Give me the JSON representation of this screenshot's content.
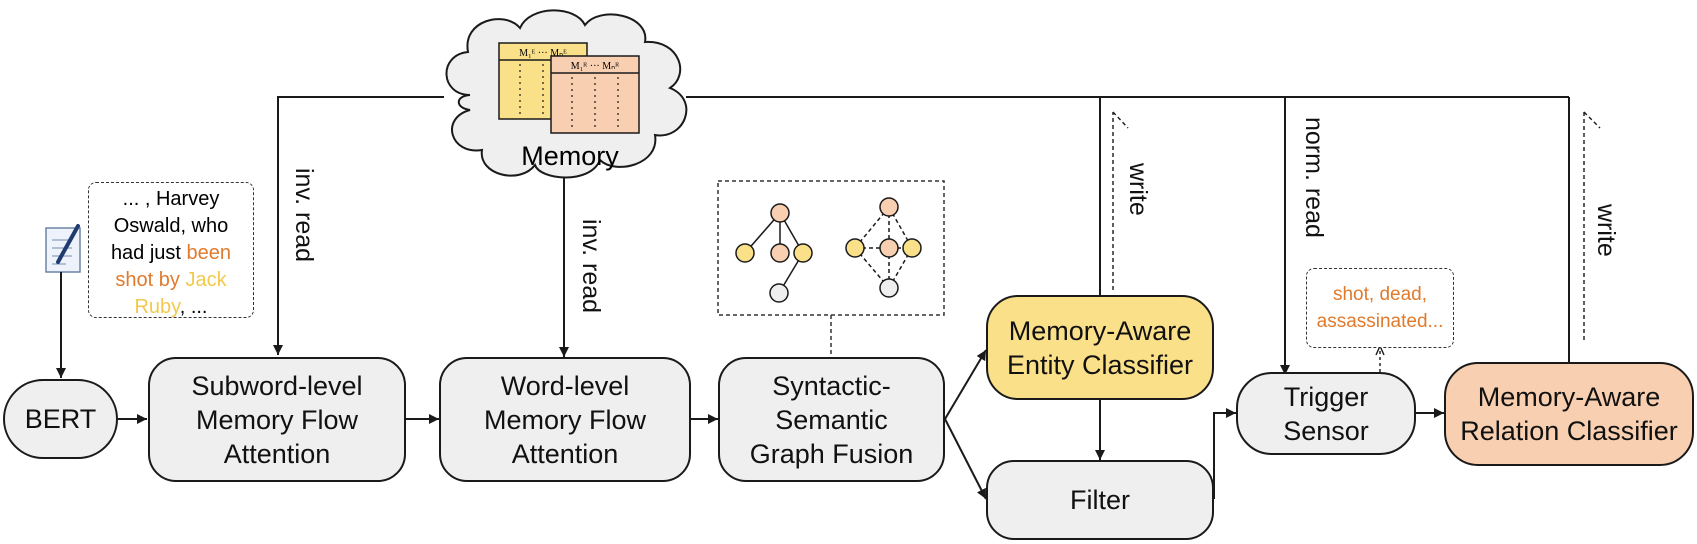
{
  "memory": {
    "label": "Memory",
    "table_entity_header": "M₁ᴱ ··· Mₙᴱ",
    "table_relation_header": "M₁ᴿ ··· Mₙᴿ"
  },
  "nodes": {
    "bert": "BERT",
    "subword": "Subword-level\nMemory Flow\nAttention",
    "word": "Word-level\nMemory Flow\nAttention",
    "fusion": "Syntactic-\nSemantic\nGraph Fusion",
    "entity": "Memory-Aware\nEntity Classifier",
    "filter": "Filter",
    "trigger": "Trigger\nSensor",
    "relation": "Memory-Aware\nRelation Classifier"
  },
  "edge_labels": {
    "inv_read_1": "inv. read",
    "inv_read_2": "inv. read",
    "write_1": "write",
    "norm_read": "norm. read",
    "write_2": "write"
  },
  "sentence": {
    "line1": "... , Harvey",
    "line2": "Oswald, who",
    "line3_plain": "had just ",
    "line3_hl": "been",
    "line4_hl": "shot by ",
    "line4_ent": "Jack",
    "line5_ent": "Ruby",
    "line5_plain": ", ..."
  },
  "trigger_words": {
    "line1": "shot, dead,",
    "line2": "assassinated..."
  },
  "colors": {
    "grey_fill": "#efefef",
    "entity_yellow": "#fbe08a",
    "relation_peach": "#f8cfb0",
    "trigger_orange": "#e07a2c",
    "entity_text_gold": "#f2c94c"
  },
  "icons": [
    "document-pen-icon",
    "memory-cloud-icon",
    "graph-tree-icon",
    "graph-dense-icon"
  ]
}
